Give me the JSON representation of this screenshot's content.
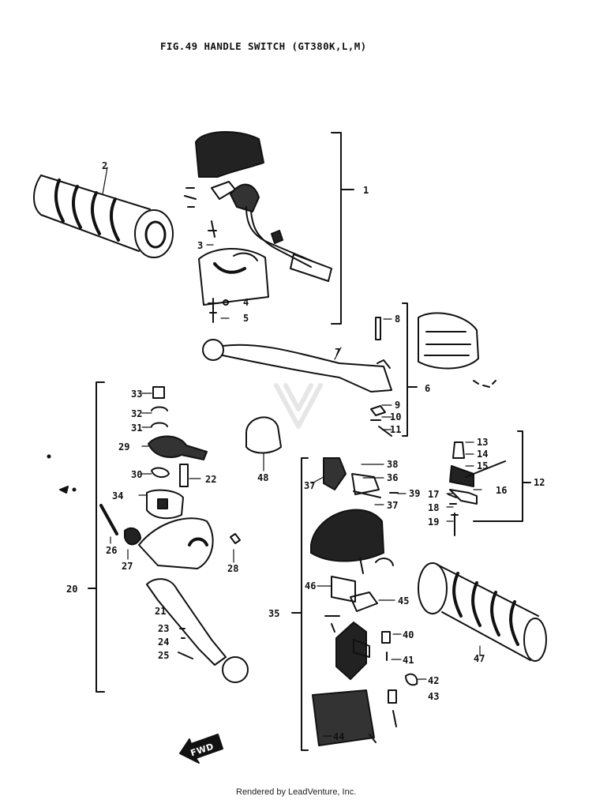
{
  "figure": {
    "title": "FIG.49  HANDLE SWITCH (GT380K,L,M)",
    "footer": "Rendered by LeadVenture, Inc.",
    "fwd_label": "FWD",
    "watermark": "LEADVENTURE"
  },
  "callouts": [
    {
      "id": "c1",
      "text": "1"
    },
    {
      "id": "c2",
      "text": "2"
    },
    {
      "id": "c3",
      "text": "3"
    },
    {
      "id": "c4",
      "text": "4"
    },
    {
      "id": "c5",
      "text": "5"
    },
    {
      "id": "c6",
      "text": "6"
    },
    {
      "id": "c7",
      "text": "7"
    },
    {
      "id": "c8",
      "text": "8"
    },
    {
      "id": "c9",
      "text": "9"
    },
    {
      "id": "c10",
      "text": "10"
    },
    {
      "id": "c11",
      "text": "11"
    },
    {
      "id": "c12",
      "text": "12"
    },
    {
      "id": "c13",
      "text": "13"
    },
    {
      "id": "c14",
      "text": "14"
    },
    {
      "id": "c15",
      "text": "15"
    },
    {
      "id": "c16",
      "text": "16"
    },
    {
      "id": "c17",
      "text": "17"
    },
    {
      "id": "c18",
      "text": "18"
    },
    {
      "id": "c19",
      "text": "19"
    },
    {
      "id": "c20",
      "text": "20"
    },
    {
      "id": "c21",
      "text": "21"
    },
    {
      "id": "c22",
      "text": "22"
    },
    {
      "id": "c23",
      "text": "23"
    },
    {
      "id": "c24",
      "text": "24"
    },
    {
      "id": "c25",
      "text": "25"
    },
    {
      "id": "c26",
      "text": "26"
    },
    {
      "id": "c27",
      "text": "27"
    },
    {
      "id": "c28",
      "text": "28"
    },
    {
      "id": "c29",
      "text": "29"
    },
    {
      "id": "c30",
      "text": "30"
    },
    {
      "id": "c31",
      "text": "31"
    },
    {
      "id": "c32",
      "text": "32"
    },
    {
      "id": "c33",
      "text": "33"
    },
    {
      "id": "c34",
      "text": "34"
    },
    {
      "id": "c35",
      "text": "35"
    },
    {
      "id": "c36",
      "text": "36"
    },
    {
      "id": "c37a",
      "text": "37"
    },
    {
      "id": "c37b",
      "text": "37"
    },
    {
      "id": "c38",
      "text": "38"
    },
    {
      "id": "c39",
      "text": "39"
    },
    {
      "id": "c40",
      "text": "40"
    },
    {
      "id": "c41",
      "text": "41"
    },
    {
      "id": "c42",
      "text": "42"
    },
    {
      "id": "c43",
      "text": "43"
    },
    {
      "id": "c44",
      "text": "44"
    },
    {
      "id": "c45",
      "text": "45"
    },
    {
      "id": "c46",
      "text": "46"
    },
    {
      "id": "c47",
      "text": "47"
    },
    {
      "id": "c48",
      "text": "48"
    }
  ]
}
